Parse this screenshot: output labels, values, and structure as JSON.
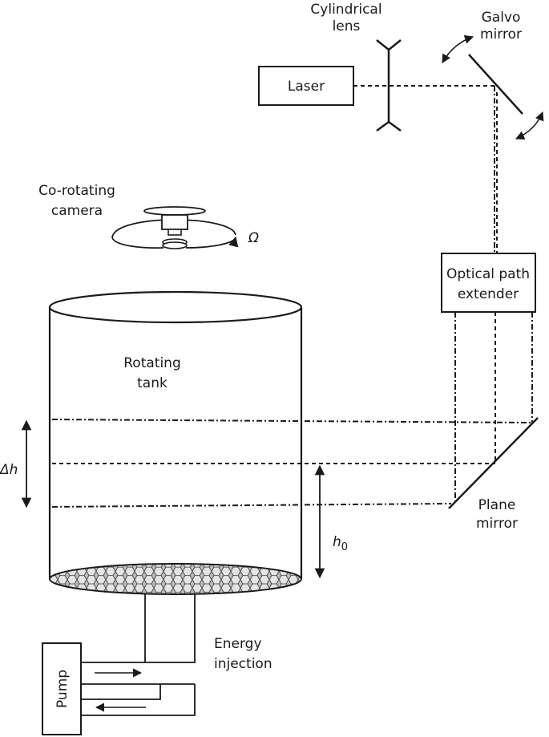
{
  "labels": {
    "cylindrical_lens": [
      "Cylindrical",
      "lens"
    ],
    "galvo_mirror": [
      "Galvo",
      "mirror"
    ],
    "laser": "Laser",
    "camera": [
      "Co-rotating",
      "camera"
    ],
    "omega": "Ω",
    "optical_path_extender": [
      "Optical path",
      "extender"
    ],
    "rotating_tank": [
      "Rotating",
      "tank"
    ],
    "delta_h": "Δh",
    "h0": "h",
    "h0_subscript": "0",
    "plane_mirror": [
      "Plane",
      "mirror"
    ],
    "energy_injection": [
      "Energy",
      "injection"
    ],
    "pump": "Pump"
  },
  "colors": {
    "ink": "#1a1a1a",
    "background": "#ffffff"
  }
}
